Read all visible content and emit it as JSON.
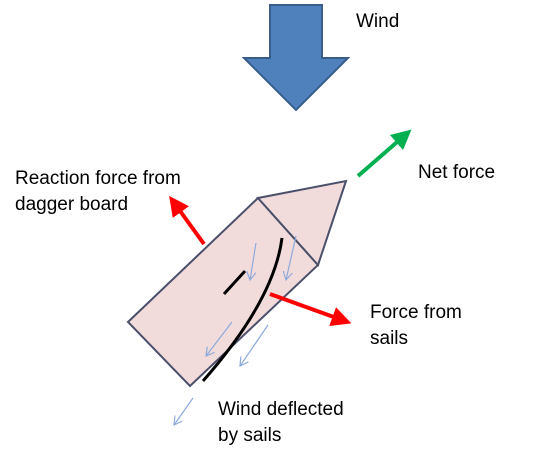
{
  "labels": {
    "wind": "Wind",
    "net_force": "Net force",
    "reaction_force": [
      "Reaction force from",
      "dagger board"
    ],
    "force_from_sails": [
      "Force from",
      "sails"
    ],
    "wind_deflected": [
      "Wind deflected",
      "by sails"
    ]
  },
  "colors": {
    "wind_arrow_fill": "#4f81bd",
    "wind_arrow_stroke": "#385d8a",
    "hull_fill": "#f2dcdb",
    "hull_stroke": "#4a4f6a",
    "net_force": "#00b050",
    "force": "#ff0000",
    "flow": "#8eaadb",
    "sail": "#000000"
  }
}
